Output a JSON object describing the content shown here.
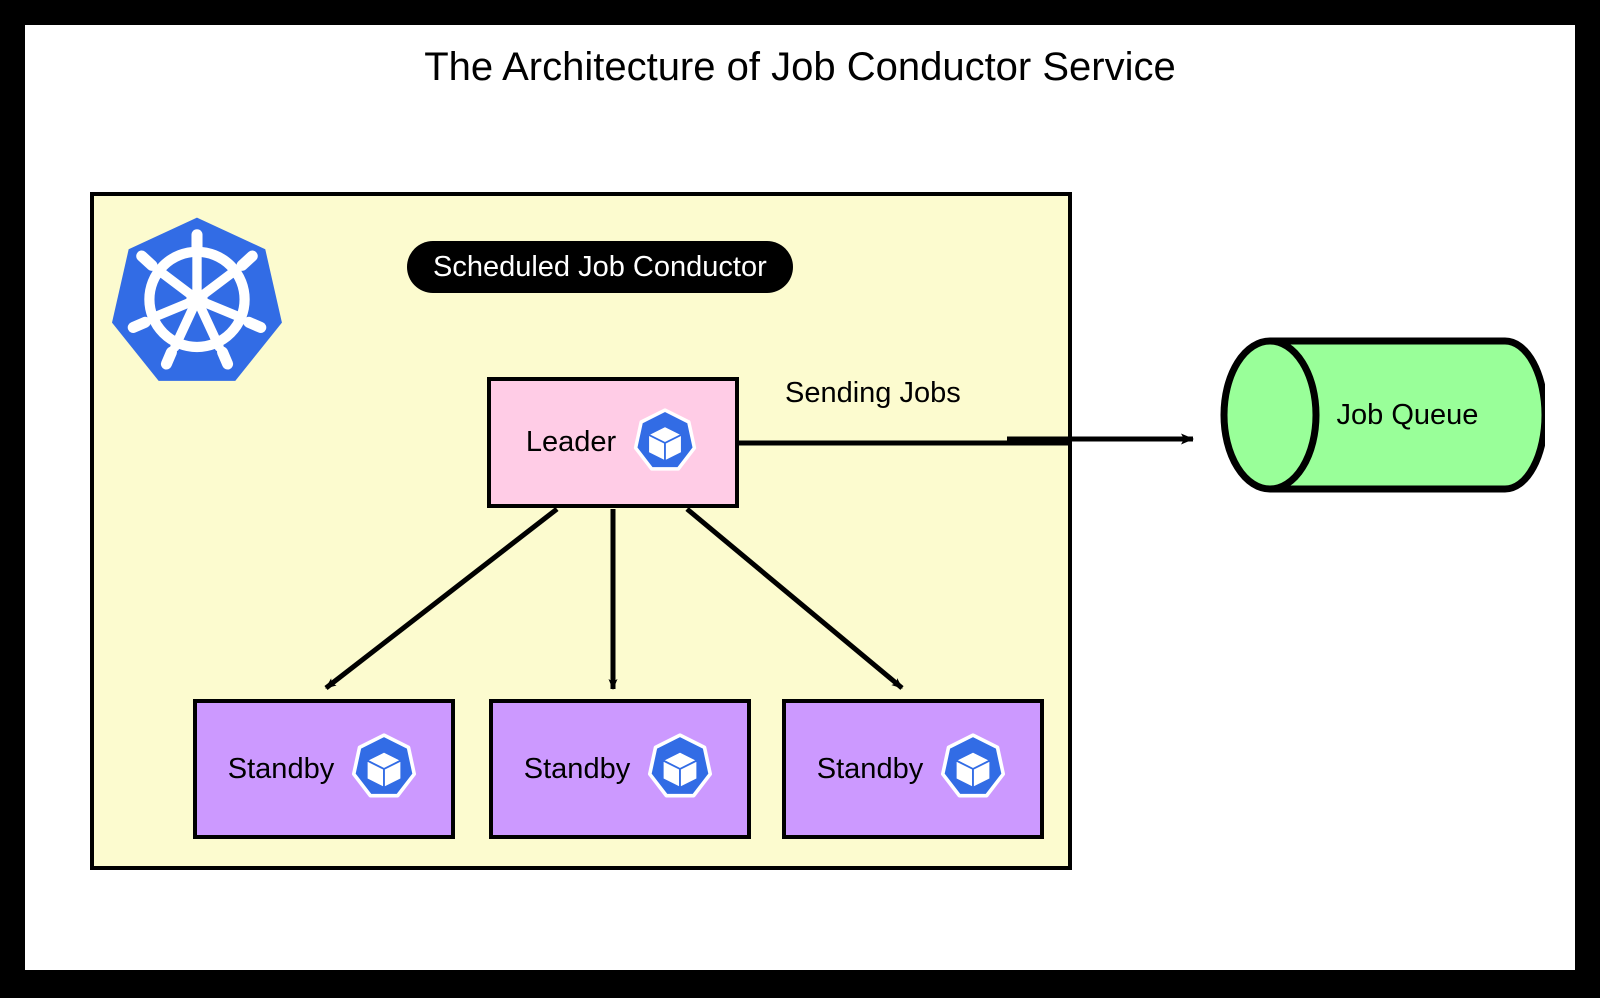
{
  "title": "The Architecture of Job Conductor Service",
  "cluster": {
    "label": "Scheduled Job Conductor",
    "platform_icon": "kubernetes-logo",
    "background_color": "#fcfbcf",
    "border_color": "#000000"
  },
  "nodes": {
    "leader": {
      "label": "Leader",
      "icon": "kubernetes-pod-icon",
      "fill_color": "#ffcce6"
    },
    "standbys": [
      {
        "label": "Standby",
        "icon": "kubernetes-pod-icon",
        "fill_color": "#cc99ff"
      },
      {
        "label": "Standby",
        "icon": "kubernetes-pod-icon",
        "fill_color": "#cc99ff"
      },
      {
        "label": "Standby",
        "icon": "kubernetes-pod-icon",
        "fill_color": "#cc99ff"
      }
    ]
  },
  "edges": {
    "sending_jobs_label": "Sending Jobs"
  },
  "queue": {
    "label": "Job Queue",
    "fill_color": "#99ff99",
    "shape": "cylinder"
  },
  "colors": {
    "kubernetes_blue": "#326ce5",
    "canvas": "#ffffff",
    "frame": "#000000"
  }
}
